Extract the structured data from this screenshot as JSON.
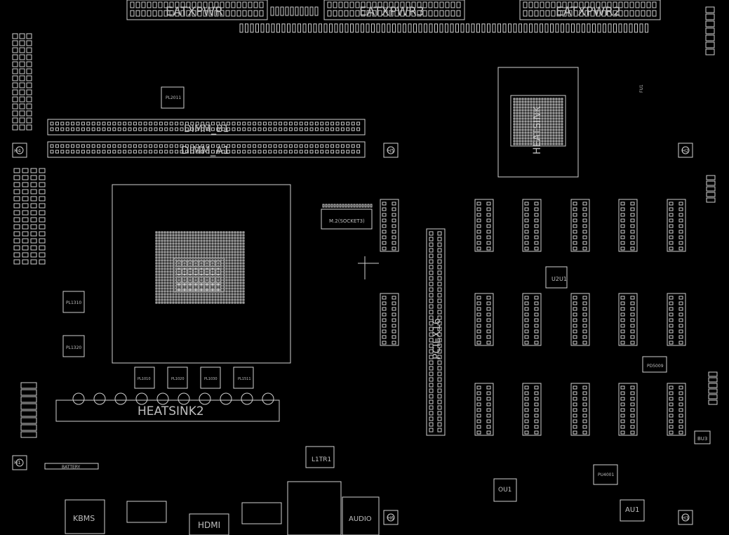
{
  "labels": {
    "eatxpwr": "EATXPWR",
    "eatxpwr3": "EATXPWR3",
    "eatxpwr2": "EATXPWR2",
    "dimm_b1": "DIMM_B1",
    "dimm_a1": "DIMM_A1",
    "m2_socket3": "M.2(SOCKET3)",
    "pcie_x16": "PCIEX16",
    "heatsink": "HEATSINK",
    "heatsink2": "HEATSINK2",
    "l1tr1": "L1TR1",
    "hdmi": "HDMI",
    "kbms": "KBMS",
    "audio": "AUDIO",
    "battery": "BATTERY",
    "pl1310": "PL1310",
    "pl1320": "PL1320",
    "pl1010": "PL1010",
    "pl1020": "PL1020",
    "pl1030": "PL1030",
    "pl1511": "PL1511",
    "pl2011": "PL2011",
    "pd5009": "PD5009",
    "pu4001": "PU4001",
    "ou1": "OU1",
    "au1": "AU1",
    "bu3": "BU3",
    "u2u1": "U2U1",
    "h2": "H2",
    "h3": "H3",
    "h4": "H4",
    "h5": "H5",
    "h6": "H6",
    "h1": "H1",
    "fu1": "FU1"
  }
}
